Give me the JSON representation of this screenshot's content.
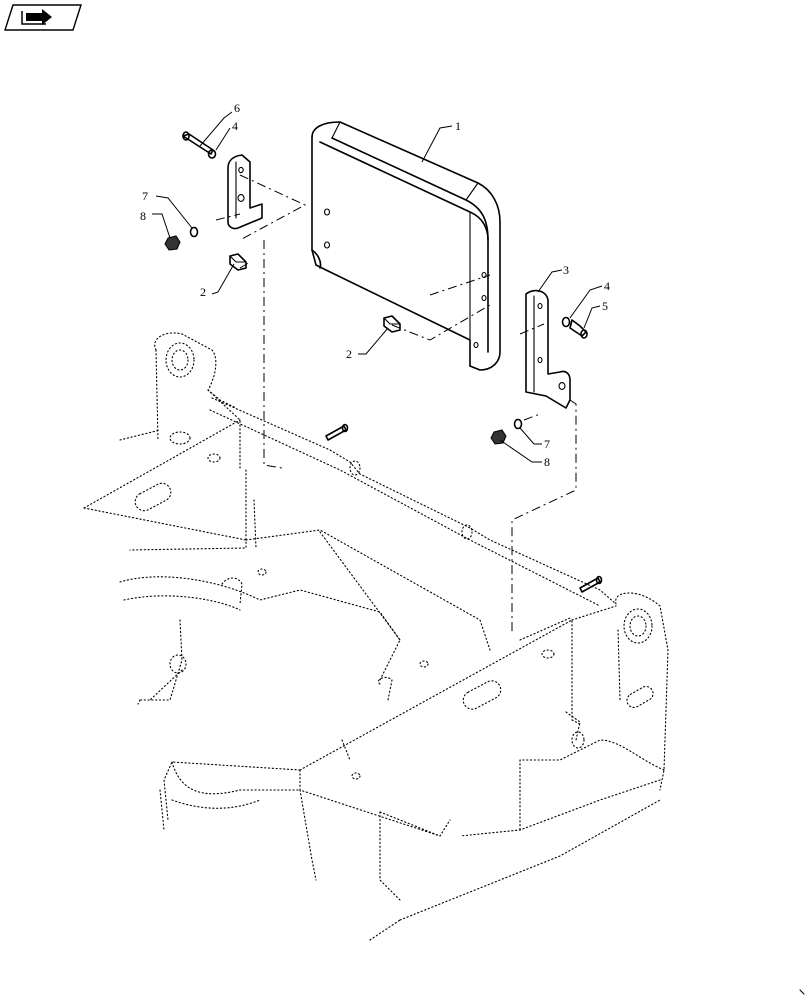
{
  "callouts": {
    "c1": "1",
    "c2a": "2",
    "c2b": "2",
    "c3": "3",
    "c4a": "4",
    "c4b": "4",
    "c5": "5",
    "c6": "6",
    "c7a": "7",
    "c7b": "7",
    "c8a": "8",
    "c8b": "8"
  },
  "icons": {
    "nav": "arrow-folder-icon"
  }
}
